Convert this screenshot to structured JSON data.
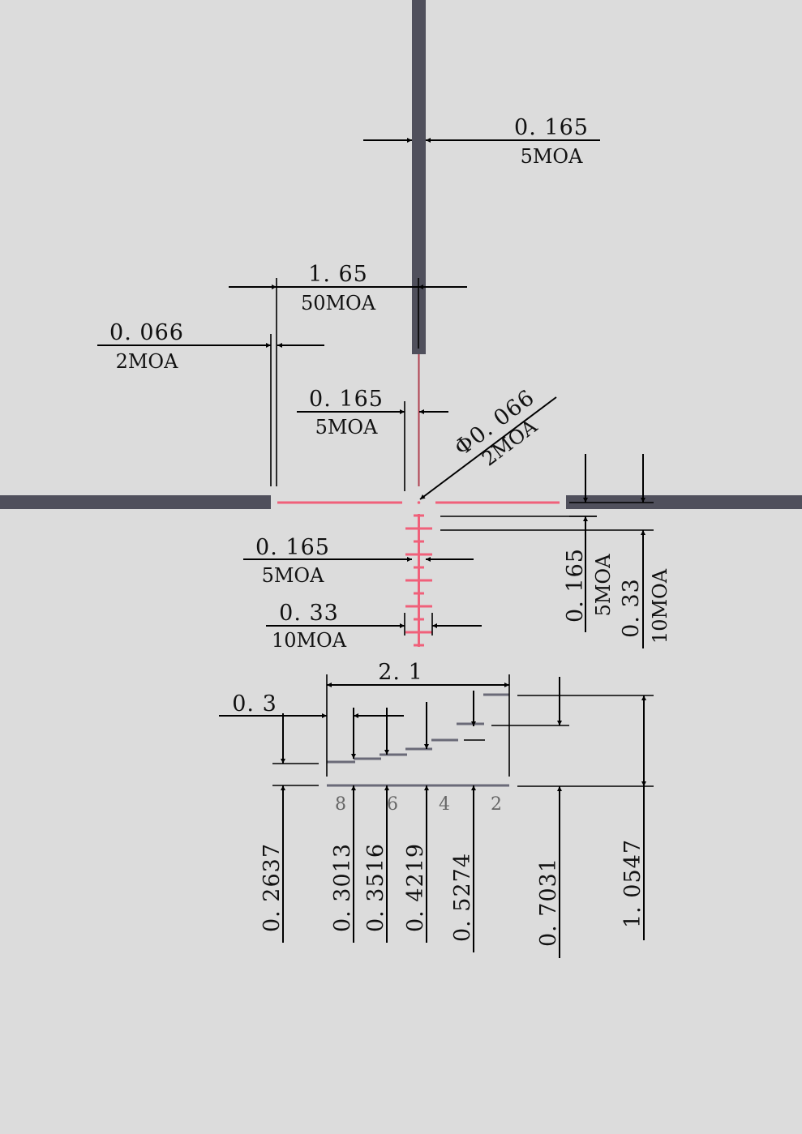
{
  "colors": {
    "background": "#dcdcdc",
    "thick_post": "#50505c",
    "reticle_red": "#f0607a",
    "dimension": "#000000",
    "bdc_bar": "#6a6a78"
  },
  "dims": {
    "post_width": {
      "value": "0. 165",
      "unit": "5MOA"
    },
    "gap_span": {
      "value": "1. 65",
      "unit": "50MOA"
    },
    "line_width": {
      "value": "0. 066",
      "unit": "2MOA"
    },
    "center_gap": {
      "value": "0. 165",
      "unit": "5MOA"
    },
    "center_dot": {
      "value": "Φ0. 066",
      "unit": "2MOA"
    },
    "hash_spacing": {
      "value": "0. 165",
      "unit": "5MOA"
    },
    "hash_width": {
      "value": "0. 33",
      "unit": "10MOA"
    },
    "right_offset_a": {
      "value": "0. 165",
      "unit": "5MOA"
    },
    "right_offset_b": {
      "value": "0. 33",
      "unit": "10MOA"
    },
    "bdc_width": {
      "value": "2. 1"
    },
    "bdc_step": {
      "value": "0. 3"
    }
  },
  "bdc": {
    "labels": [
      "8",
      "6",
      "4",
      "2"
    ],
    "heights": [
      "0. 2637",
      "0. 3013",
      "0. 3516",
      "0. 4219",
      "0. 5274",
      "0. 7031",
      "1. 0547"
    ]
  }
}
